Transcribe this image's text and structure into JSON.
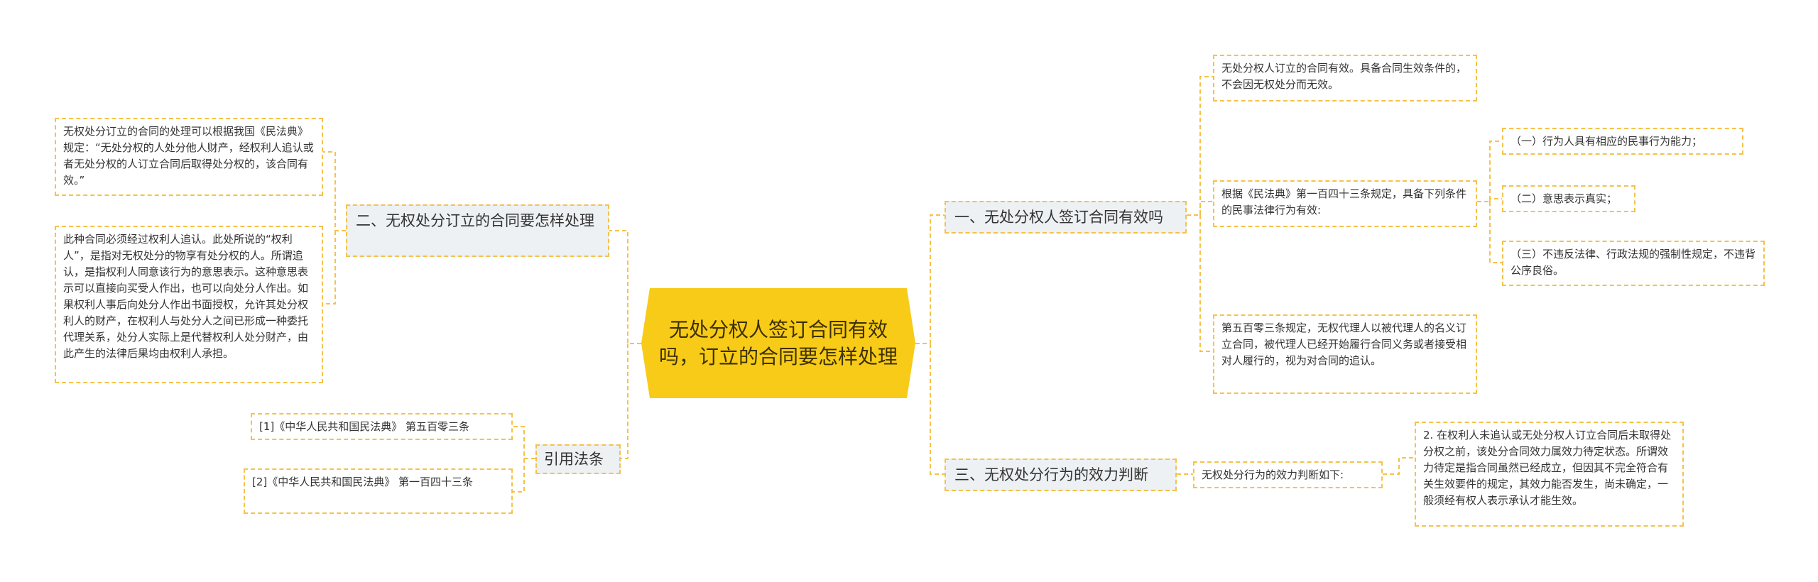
{
  "center": {
    "title": "无处分权人签订合同有效吗，订立的合同要怎样处理"
  },
  "right": {
    "b1": {
      "label": "一、无处分权人签订合同有效吗",
      "n1": "无处分权人订立的合同有效。具备合同生效条件的，不会因无权处分而无效。",
      "n2": "根据《民法典》第一百四十三条规定，具备下列条件的民事法律行为有效:",
      "n2_items": [
        "（一）行为人具有相应的民事行为能力；",
        "（二）意思表示真实；",
        "（三）不违反法律、行政法规的强制性规定，不违背公序良俗。"
      ],
      "n3": "第五百零三条规定，无权代理人以被代理人的名义订立合同，被代理人已经开始履行合同义务或者接受相对人履行的，视为对合同的追认。"
    },
    "b3": {
      "label": "三、无权处分行为的效力判断",
      "n1": "无权处分行为的效力判断如下:",
      "n1_detail": "2. 在权利人未追认或无处分权人订立合同后未取得处分权之前，该处分合同效力属效力待定状态。所谓效力待定是指合同虽然已经成立，但因其不完全符合有关生效要件的规定，其效力能否发生，尚未确定，一般须经有权人表示承认才能生效。"
    }
  },
  "left": {
    "b2": {
      "label": "二、无权处分订立的合同要怎样处理",
      "n1": "无权处分订立的合同的处理可以根据我国《民法典》规定：“无处分权的人处分他人财产，经权利人追认或者无处分权的人订立合同后取得处分权的，该合同有效。”",
      "n2": "此种合同必须经过权利人追认。此处所说的“权利人”，是指对无权处分的物享有处分权的人。所谓追认，是指权利人同意该行为的意思表示。这种意思表示可以直接向买受人作出，也可以向处分人作出。如果权利人事后向处分人作出书面授权，允许其处分权利人的财产，在权利人与处分人之间已形成一种委托代理关系，处分人实际上是代替权利人处分财产，由此产生的法律后果均由权利人承担。"
    },
    "b4": {
      "label": "引用法条",
      "refs": [
        "[1]《中华人民共和国民法典》 第五百零三条",
        "[2]《中华人民共和国民法典》 第一百四十三条"
      ]
    }
  },
  "colors": {
    "center": "#f7cb17",
    "branch_bg": "#eef1f4",
    "connector": "#f5c24a"
  }
}
